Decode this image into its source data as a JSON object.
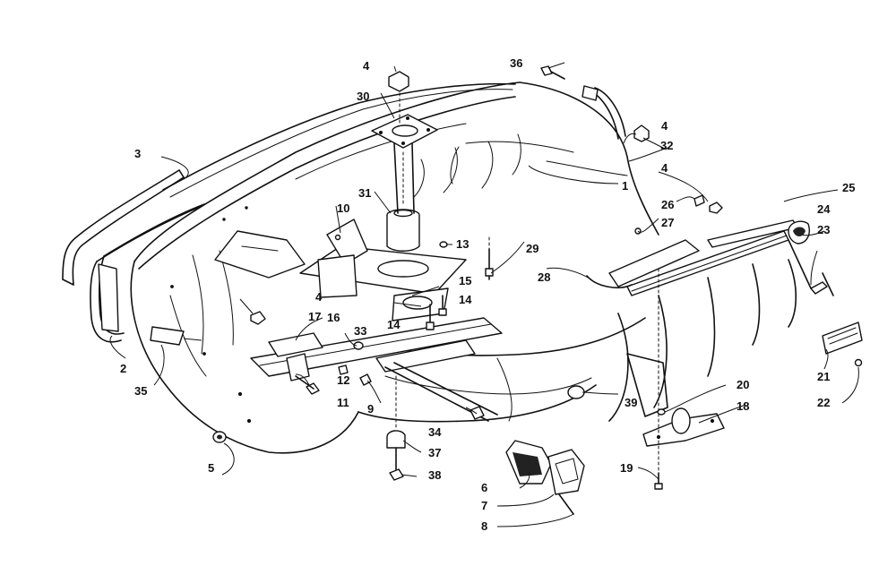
{
  "diagram": {
    "callouts": [
      "1",
      "2",
      "3",
      "4",
      "4",
      "4",
      "4",
      "5",
      "6",
      "7",
      "8",
      "9",
      "10",
      "11",
      "12",
      "13",
      "14",
      "14",
      "15",
      "16",
      "17",
      "18",
      "19",
      "20",
      "21",
      "22",
      "23",
      "24",
      "25",
      "26",
      "27",
      "28",
      "29",
      "30",
      "31",
      "32",
      "33",
      "34",
      "35",
      "36",
      "37",
      "38",
      "39"
    ]
  }
}
